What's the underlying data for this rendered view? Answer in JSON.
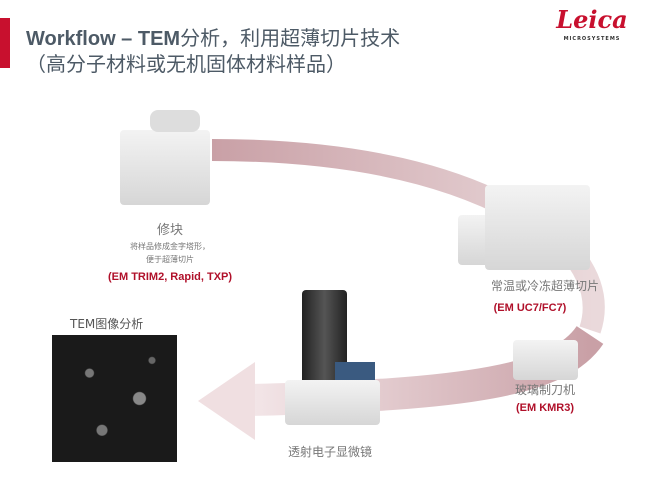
{
  "header": {
    "title_prefix": "Workflow – TEM",
    "title_rest": "分析，利用超薄切片技术",
    "subtitle": "（高分子材料或无机固体材料样品）"
  },
  "logo": {
    "word": "Leica",
    "sub": "MICROSYSTEMS"
  },
  "steps": [
    {
      "title": "修块",
      "desc1": "将样品修成金字塔形，",
      "desc2": "便于超薄切片",
      "model": "(EM TRIM2, Rapid, TXP)"
    },
    {
      "title": "常温或冷冻超薄切片",
      "model": "(EM UC7/FC7)"
    },
    {
      "title": "玻璃制刀机",
      "model": "(EM KMR3)"
    },
    {
      "title": "透射电子显微镜"
    },
    {
      "title": "TEM图像分析"
    }
  ],
  "colors": {
    "accent": "#c8102e",
    "arrow": "#d9b8bd"
  }
}
